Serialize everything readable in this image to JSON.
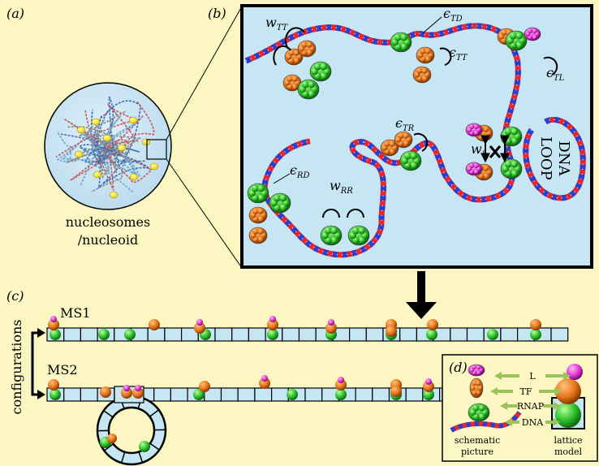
{
  "panels": {
    "a": "(a)",
    "b": "(b)",
    "c": "(c)",
    "d": "(d)"
  },
  "panel_a": {
    "caption_line1": "nucleosomes",
    "caption_line2": "/nucleoid"
  },
  "panel_b": {
    "labels": {
      "w_TT": {
        "main": "w",
        "sub": "TT"
      },
      "e_TD": {
        "main": "ϵ",
        "sub": "TD"
      },
      "e_TT": {
        "main": "ϵ",
        "sub": "TT"
      },
      "e_TL": {
        "main": "ϵ",
        "sub": "TL"
      },
      "e_TR": {
        "main": "ϵ",
        "sub": "TR"
      },
      "e_RD": {
        "main": "ϵ",
        "sub": "RD"
      },
      "w_RR": {
        "main": "w",
        "sub": "RR"
      },
      "w_l": {
        "main": "w",
        "sub": "l"
      }
    },
    "loop_text": [
      "DNA",
      "LOOP"
    ]
  },
  "panel_c": {
    "ms1": "MS1",
    "ms2": "MS2",
    "axis_label": "configurations"
  },
  "panel_d": {
    "legend": [
      "L",
      "TF",
      "RNAP",
      "DNA"
    ],
    "caption_left_line1": "schematic",
    "caption_left_line2": "picture",
    "caption_right_line1": "lattice",
    "caption_right_line2": "model"
  },
  "colors": {
    "background": "#fbf6c2",
    "panel_b_fill": "#c7e6f4",
    "tf_orange": "#e8761c",
    "rnap_green": "#2fbf2a",
    "ligand_magenta": "#e13bd4",
    "dna_red": "#e8262b",
    "dna_blue": "#2a3fd0",
    "arrow_green": "#9cc25c",
    "lattice_cell": "#c7e6f4"
  }
}
